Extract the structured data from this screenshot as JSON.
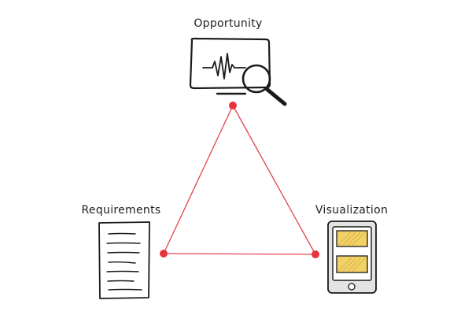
{
  "nodes": {
    "top": {
      "label": "Opportunity",
      "icon": "monitor-with-magnifier-icon"
    },
    "left": {
      "label": "Requirements",
      "icon": "document-icon"
    },
    "right": {
      "label": "Visualization",
      "icon": "tablet-icon"
    }
  },
  "colors": {
    "edge": "#e0454a",
    "vertex": "#e8323c",
    "ink": "#1a1a1a",
    "tablet_body": "#e3e3e3",
    "tablet_card": "#f2d266"
  }
}
